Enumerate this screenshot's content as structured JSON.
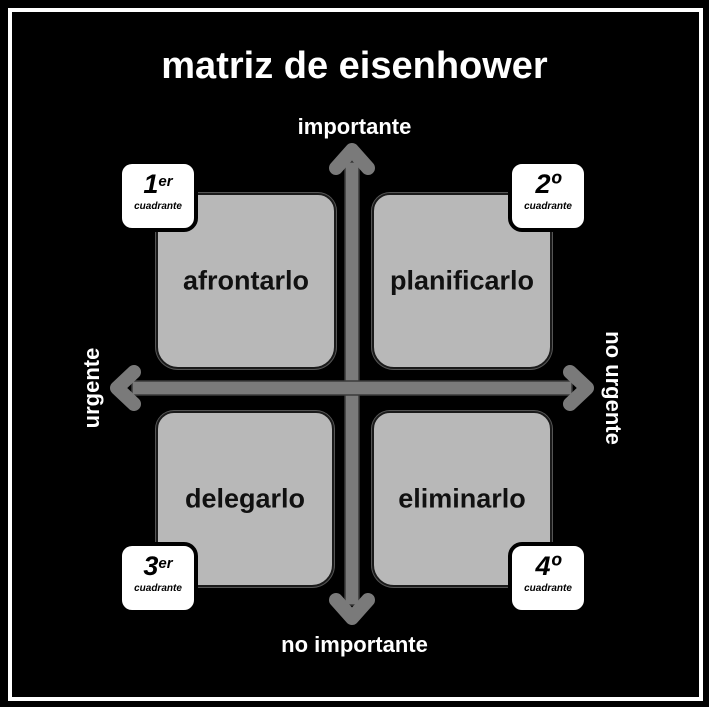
{
  "title": "matriz de eisenhower",
  "axes": {
    "top": "importante",
    "bottom": "no importante",
    "left": "urgente",
    "right": "no urgente"
  },
  "quadrants": [
    {
      "label": "afrontarlo",
      "badge_num": "1",
      "badge_sup": "er",
      "badge_sub": "cuadrante"
    },
    {
      "label": "planificarlo",
      "badge_num": "2º",
      "badge_sup": "",
      "badge_sub": "cuadrante"
    },
    {
      "label": "delegarlo",
      "badge_num": "3",
      "badge_sup": "er",
      "badge_sub": "cuadrante"
    },
    {
      "label": "eliminarlo",
      "badge_num": "4º",
      "badge_sup": "",
      "badge_sub": "cuadrante"
    }
  ],
  "colors": {
    "background": "#000000",
    "quadrant_fill": "#b8b8b8",
    "arrow": "#7a7a7a",
    "text": "#ffffff"
  }
}
